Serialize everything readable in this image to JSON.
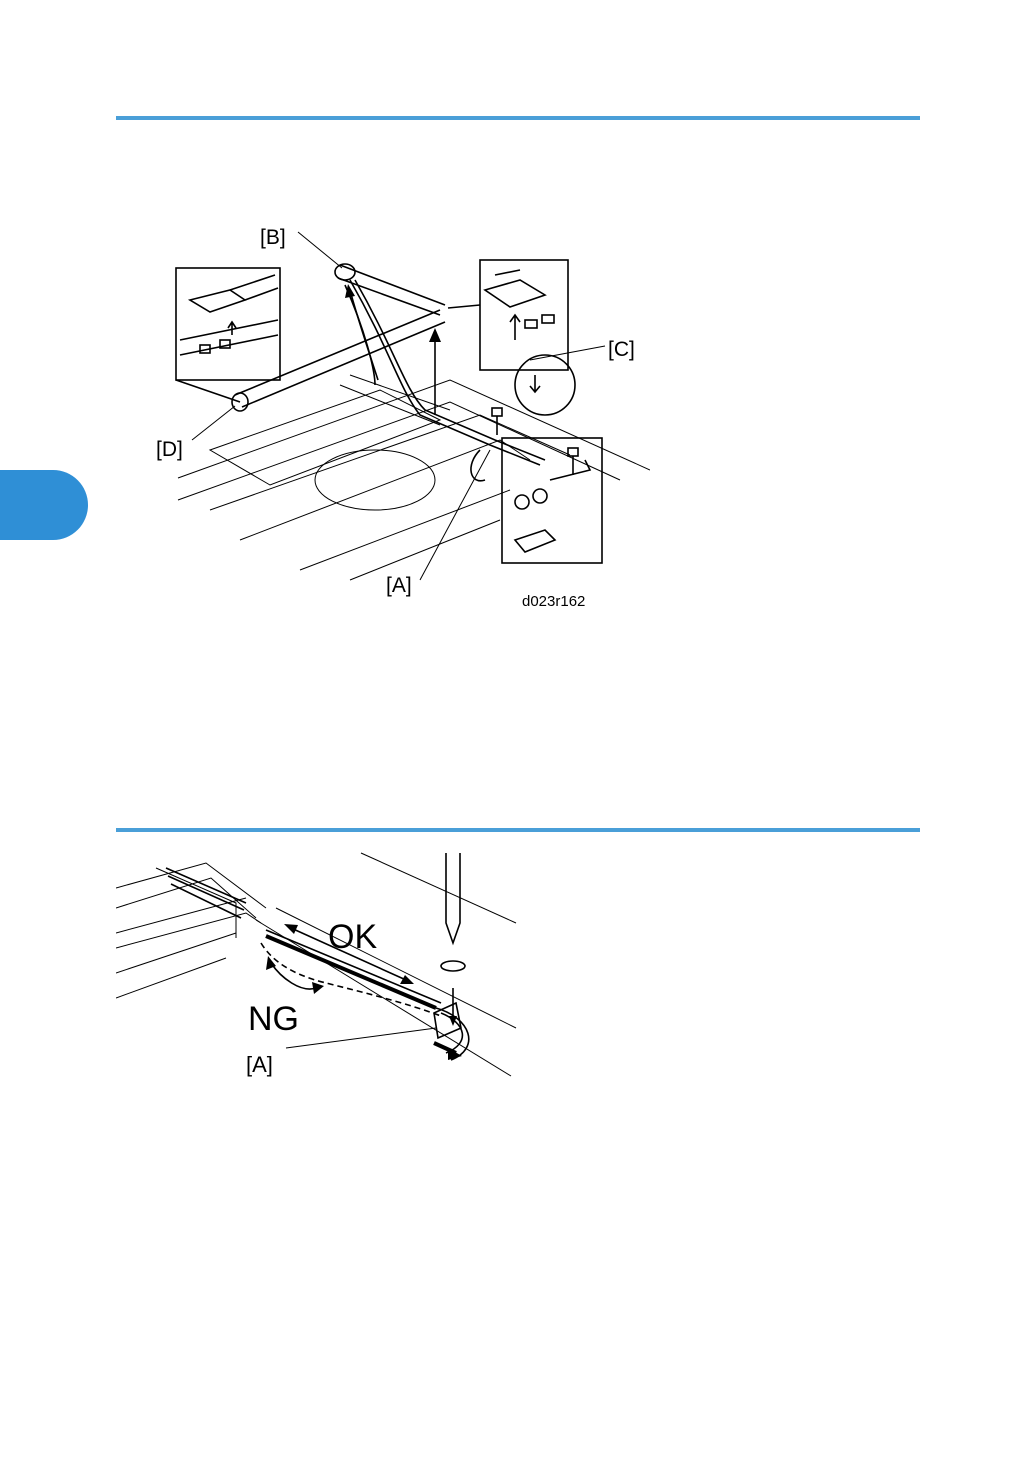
{
  "page": {
    "accent_color": "#4a9fd8",
    "chapter_tab_color": "#2f8fd6"
  },
  "figure1": {
    "callouts": {
      "a": "[A]",
      "b": "[B]",
      "c": "[C]",
      "d": "[D]"
    },
    "code": "d023r162"
  },
  "figure2": {
    "ok_label": "OK",
    "ng_label": "NG",
    "callout_a": "[A]"
  }
}
